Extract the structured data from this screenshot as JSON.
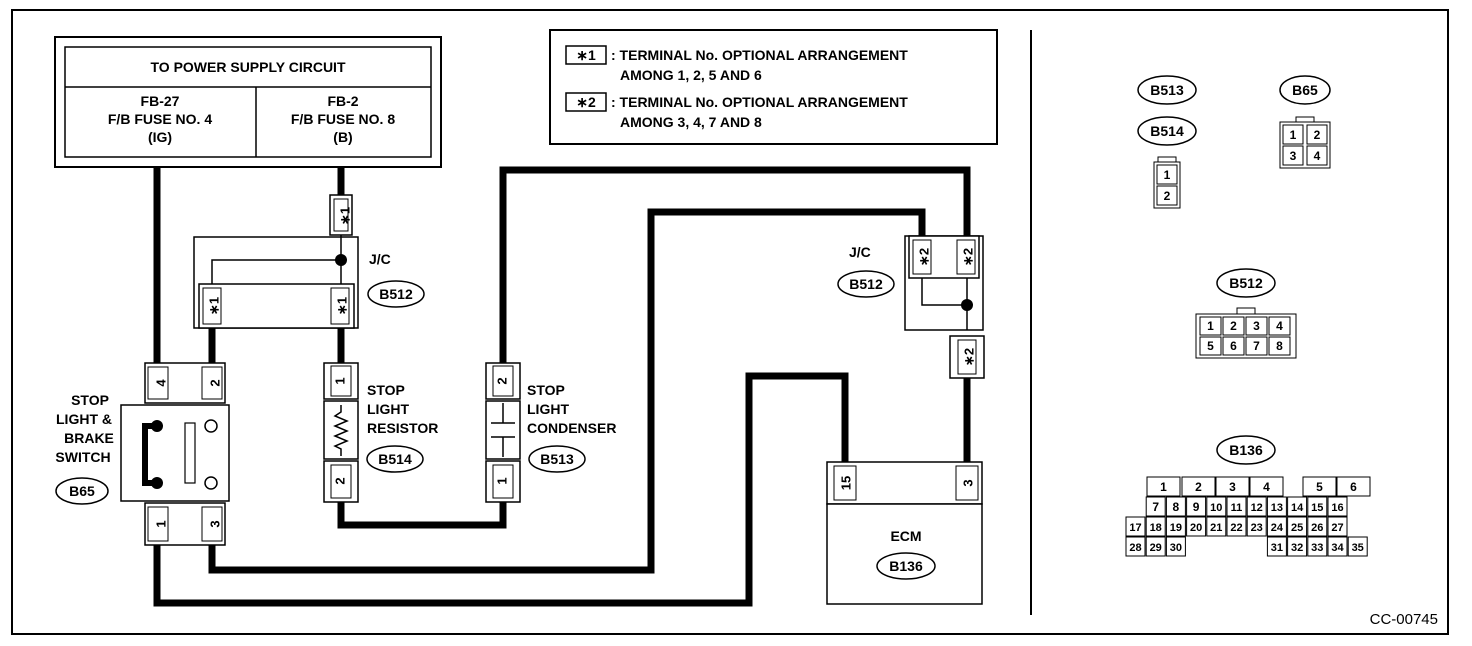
{
  "figure_id": "CC-00745",
  "power_box": {
    "title": "TO POWER SUPPLY CIRCUIT",
    "left": {
      "line1": "FB-27",
      "line2": "F/B FUSE NO. 4",
      "line3": "(IG)"
    },
    "right": {
      "line1": "FB-2",
      "line2": "F/B FUSE NO. 8",
      "line3": "(B)"
    }
  },
  "legend": [
    {
      "mark": "∗1",
      "line1": ": TERMINAL No. OPTIONAL ARRANGEMENT",
      "line2": "AMONG 1, 2, 5 AND 6"
    },
    {
      "mark": "∗2",
      "line1": ": TERMINAL No. OPTIONAL ARRANGEMENT",
      "line2": "AMONG 3, 4, 7 AND 8"
    }
  ],
  "terminals": {
    "star1": "∗1",
    "star2": "∗2",
    "t1": "1",
    "t2": "2",
    "t3": "3",
    "t4": "4",
    "t15": "15"
  },
  "jc_left": {
    "label": "J/C",
    "connector": "B512"
  },
  "jc_right": {
    "label": "J/C",
    "connector": "B512"
  },
  "switch": {
    "line1": "STOP",
    "line2": "LIGHT &",
    "line3": "BRAKE",
    "line4": "SWITCH",
    "connector": "B65"
  },
  "resistor": {
    "line1": "STOP",
    "line2": "LIGHT",
    "line3": "RESISTOR",
    "connector": "B514"
  },
  "condenser": {
    "line1": "STOP",
    "line2": "LIGHT",
    "line3": "CONDENSER",
    "connector": "B513"
  },
  "ecm": {
    "label": "ECM",
    "connector": "B136"
  },
  "connector_views": {
    "b513": "B513",
    "b514": "B514",
    "b65": "B65",
    "b512": "B512",
    "b136": "B136",
    "b514_pins": [
      "1",
      "2"
    ],
    "b65_pins": [
      "1",
      "2",
      "3",
      "4"
    ],
    "b512_pins": [
      "1",
      "2",
      "3",
      "4",
      "5",
      "6",
      "7",
      "8"
    ],
    "b136_row1": [
      "1",
      "2",
      "3",
      "4",
      "5",
      "6"
    ],
    "b136_row2": [
      "7",
      "8",
      "9",
      "10",
      "11",
      "12",
      "13",
      "14",
      "15",
      "16"
    ],
    "b136_row3": [
      "17",
      "18",
      "19",
      "20",
      "21",
      "22",
      "23",
      "24",
      "25",
      "26",
      "27"
    ],
    "b136_row4": [
      "28",
      "29",
      "30",
      "31",
      "32",
      "33",
      "34",
      "35"
    ]
  }
}
